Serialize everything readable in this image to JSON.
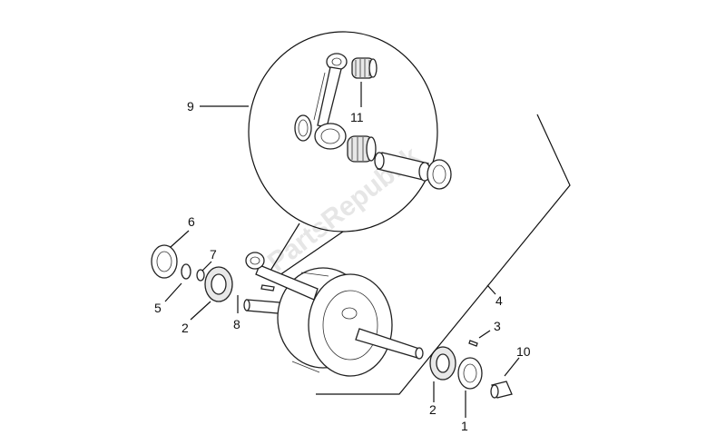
{
  "watermark": "PartsRepublik",
  "callouts": {
    "c1": "1",
    "c2a": "2",
    "c2b": "2",
    "c3": "3",
    "c4": "4",
    "c5": "5",
    "c6": "6",
    "c7": "7",
    "c8": "8",
    "c9": "9",
    "c10": "10",
    "c11": "11"
  }
}
